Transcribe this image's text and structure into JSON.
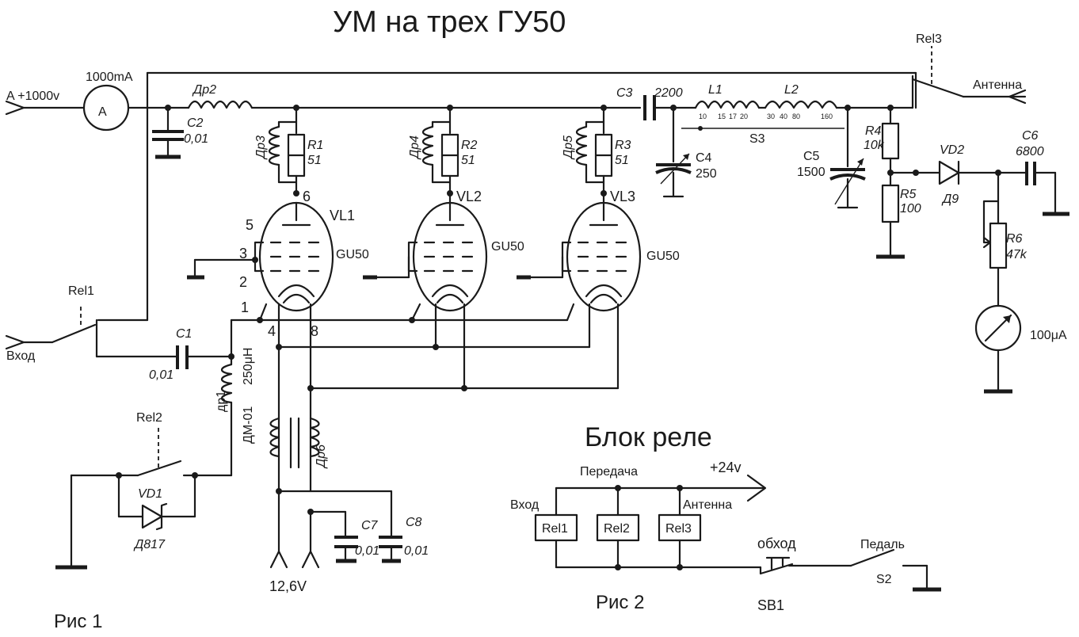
{
  "title": "УМ на трех ГУ50",
  "relay_block_title": "Блок реле",
  "figure1_caption": "Рис 1",
  "figure2_caption": "Рис 2",
  "supply": {
    "anode": "A +1000v",
    "ammeter_range": "1000mA",
    "ammeter_symbol": "A",
    "filament": "12,6V"
  },
  "ports": {
    "input": "Вход",
    "antenna": "Антенна"
  },
  "components": {
    "dr2": "Др2",
    "c2": "C2",
    "c2_value": "0,01",
    "dr3": "Др3",
    "dr4": "Др4",
    "dr5": "Др5",
    "r1": "R1",
    "r1_value": "51",
    "r2": "R2",
    "r2_value": "51",
    "r3": "R3",
    "r3_value": "51",
    "c3": "C3",
    "c3_value": "2200",
    "l1": "L1",
    "l2": "L2",
    "c4": "C4",
    "c4_value": "250",
    "c5": "C5",
    "c5_value": "1500",
    "s3": "S3",
    "r4": "R4",
    "r4_value": "10k",
    "r5": "R5",
    "r5_value": "100",
    "vd2": "VD2",
    "vd2_type": "Д9",
    "c6": "C6",
    "c6_value": "6800",
    "r6": "R6",
    "r6_value": "47k",
    "meter_range": "100μA",
    "c1": "C1",
    "c1_value": "0,01",
    "dr1": "др1",
    "dr1_type": "ДМ-01",
    "dr1_value": "250μH",
    "vd1": "VD1",
    "vd1_type": "Д817",
    "dr6": "Др6",
    "c7": "C7",
    "c7_value": "0,01",
    "c8": "C8",
    "c8_value": "0,01"
  },
  "tubes": [
    {
      "ref": "VL1",
      "type": "GU50"
    },
    {
      "ref": "VL2",
      "type": "GU50"
    },
    {
      "ref": "VL3",
      "type": "GU50"
    }
  ],
  "pins": {
    "p1": "1",
    "p2": "2",
    "p3": "3",
    "p4": "4",
    "p5": "5",
    "p6": "6",
    "p8": "8"
  },
  "l1_taps": [
    "10",
    "15",
    "17",
    "20"
  ],
  "l2_taps": [
    "30",
    "40",
    "80",
    "160"
  ],
  "relays": {
    "rel1": "Rel1",
    "rel2": "Rel2",
    "rel3": "Rel3"
  },
  "relay_block": {
    "transmit": "Передача",
    "supply": "+24v",
    "input": "Вход",
    "antenna": "Антенна",
    "bypass": "обход",
    "pedal": "Педаль",
    "sb1": "SB1",
    "s2": "S2"
  }
}
